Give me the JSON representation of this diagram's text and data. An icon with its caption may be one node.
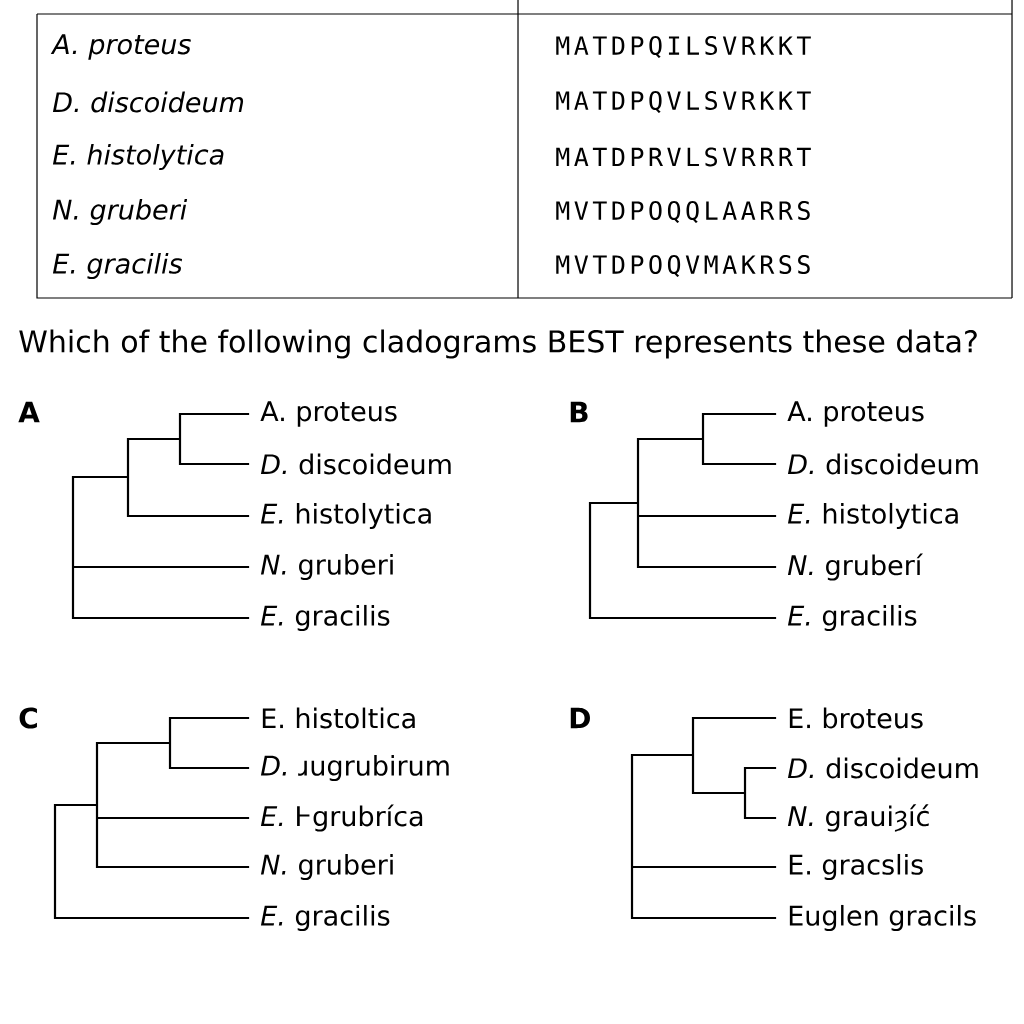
{
  "diagram": {
    "labels": [
      "A. proteus",
      "MATDPQILSVRKKT",
      "D. discoideum",
      "MATDPQVLSVRKKT",
      "E. histolytica",
      "MATDPRVLSVRRRT",
      "N. gruberi",
      "MVTDPOQQLAARRS",
      "E. gracilis",
      "MVTDPOQVMAKRSS",
      "Which of the following cladograms BEST represents these data?",
      "A",
      "A. proteus",
      "*D.* discoideum",
      "*E.* histolytica",
      "*N.* gruberi",
      "*E.* gracilis",
      "B",
      "A. proteus",
      "*D.* discoideum",
      "*E.* histolytica",
      "*N.* gruberí",
      "*E.* gracilis",
      "C",
      "E. histoltica",
      "*D.* ɹugrubirum",
      "*E.* Ⱶgrubríca",
      "*N.* gruberi",
      "*E.* gracilis",
      "D",
      "E. broteus",
      "*D.* discoideum",
      "*N.* grauiȝíć",
      "E. gracslis",
      "Euglen gracils"
    ]
  }
}
